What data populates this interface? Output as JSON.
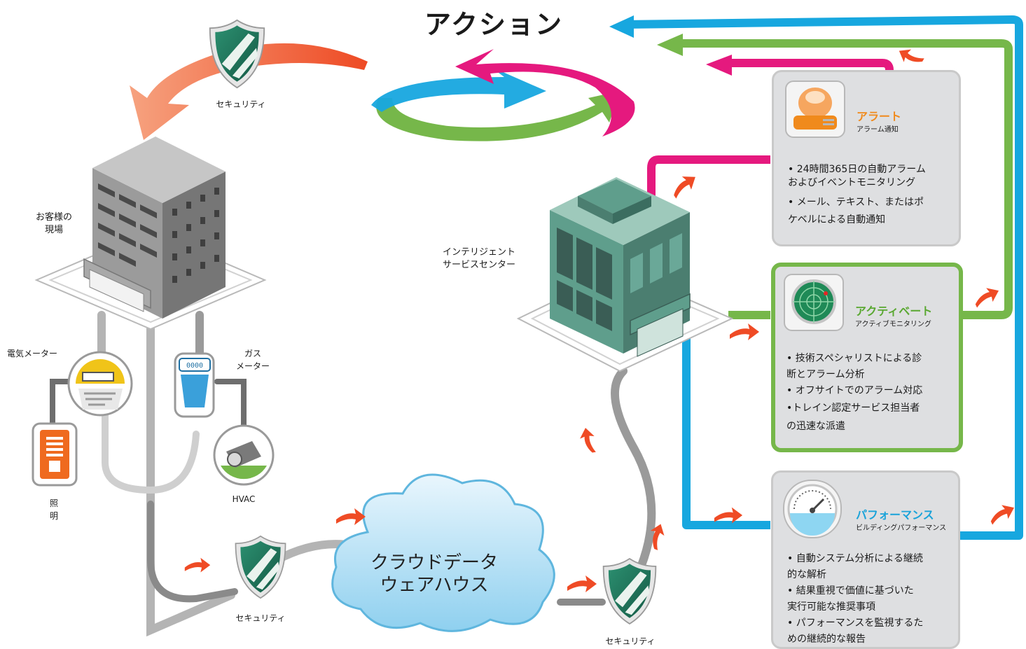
{
  "title": "アクション",
  "labels": {
    "security_top": "セキュリティ",
    "customer_site": "お客様の\n現場",
    "electric_meter": "電気メーター",
    "gas_meter": "ガス\nメーター",
    "lighting": "照\n明",
    "hvac": "HVAC",
    "security_bottom_left": "セキュリティ",
    "security_bottom_right": "セキュリティ",
    "cloud": "クラウドデータ\nウェアハウス",
    "service_center": "インテリジェント\nサービスセンター",
    "gas_meter_readout": "0000"
  },
  "panels": [
    {
      "title": "アラート",
      "subtitle": "アラーム通知",
      "title_color": "#f08a1c",
      "icon": "alarm-beacon-icon",
      "bullets": [
        "• 24時間365日の自動アラーム\nおよびイベントモニタリング",
        "• メール、テキスト、またはポ\nケベルによる自動通知"
      ]
    },
    {
      "title": "アクティベート",
      "subtitle": "アクティブモニタリング",
      "title_color": "#5aa832",
      "icon": "radar-icon",
      "bullets": [
        "• 技術スペシャリストによる診\n断とアラーム分析",
        "• オフサイトでのアラーム対応",
        "•トレイン認定サービス担当者\nの迅速な派遣"
      ]
    },
    {
      "title": "パフォーマンス",
      "subtitle": "ビルディングパフォーマンス",
      "title_color": "#1aa3d9",
      "icon": "gauge-icon",
      "bullets": [
        "• 自動システム分析による継続\n的な解析",
        "• 結果重視で価値に基づいた\n実行可能な推奨事項",
        "• パフォーマンスを監視するた\nめの継続的な報告"
      ]
    }
  ],
  "colors": {
    "alert_flow": "#e5197e",
    "active_flow": "#76b74a",
    "performance_flow": "#17a7df",
    "arrow_red": "#ef4b25",
    "shield_green": "#1f7a5e",
    "building_gray": "#8c8c8c",
    "service_building": "#5f9e8c"
  }
}
